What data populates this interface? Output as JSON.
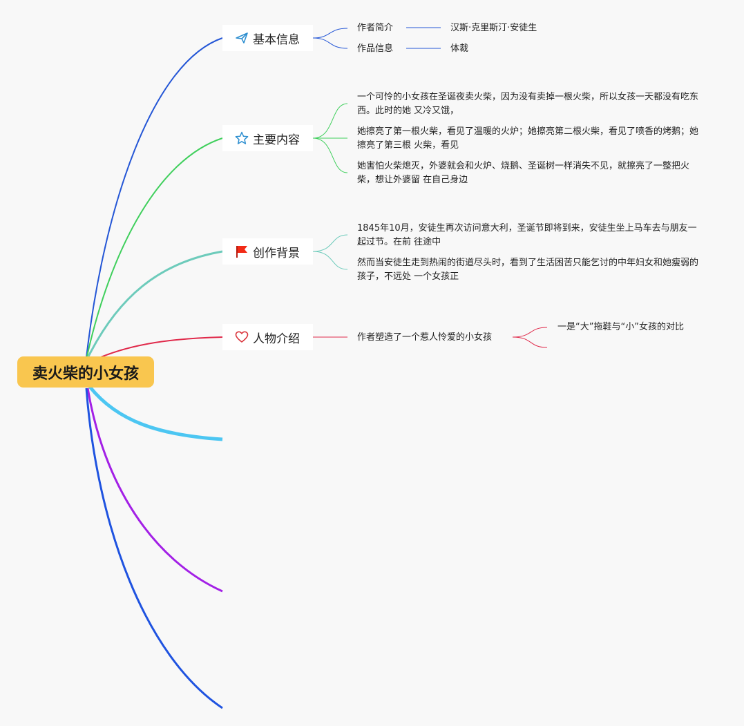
{
  "root": {
    "label": "卖火柴的小女孩"
  },
  "branches": [
    {
      "label": "基本信息",
      "icon": "paper-plane-icon",
      "color": "#2456d6",
      "children": [
        {
          "label": "作者简介",
          "value": "汉斯·克里斯汀·安徒生"
        },
        {
          "label": "作品信息",
          "value": "体裁"
        }
      ]
    },
    {
      "label": "主要内容",
      "icon": "star-icon",
      "color": "#3fcf5c",
      "children": [
        "一个可怜的小女孩在圣诞夜卖火柴，因为没有卖掉一根火柴，所以女孩一天都没有吃东西。此时的她 又冷又饿，",
        "她擦亮了第一根火柴，看见了温暖的火炉；她擦亮第二根火柴，看见了喷香的烤鹅；她擦亮了第三根 火柴，看见",
        "她害怕火柴熄灭，外婆就会和火炉、烧鹅、圣诞树一样消失不见，就擦亮了一整把火柴，想让外婆留 在自己身边"
      ]
    },
    {
      "label": "创作背景",
      "icon": "flag-icon",
      "color": "#6dcbbb",
      "children": [
        "1845年10月，安徒生再次访问意大利，圣诞节即将到来，安徒生坐上马车去与朋友一起过节。在前 往途中",
        "然而当安徒生走到热闹的街道尽头时，看到了生活困苦只能乞讨的中年妇女和她瘦弱的孩子，不远处 一个女孩正"
      ]
    },
    {
      "label": "人物介绍",
      "icon": "heart-icon",
      "color": "#e0294a",
      "children": [
        {
          "label": "作者塑造了一个惹人怜爱的小女孩",
          "sub": [
            "一是“大”拖鞋与“小”女孩的对比",
            ""
          ]
        }
      ]
    }
  ],
  "empty_branch_colors": [
    "#4cc6f2",
    "#a320e6",
    "#1f53e0"
  ]
}
